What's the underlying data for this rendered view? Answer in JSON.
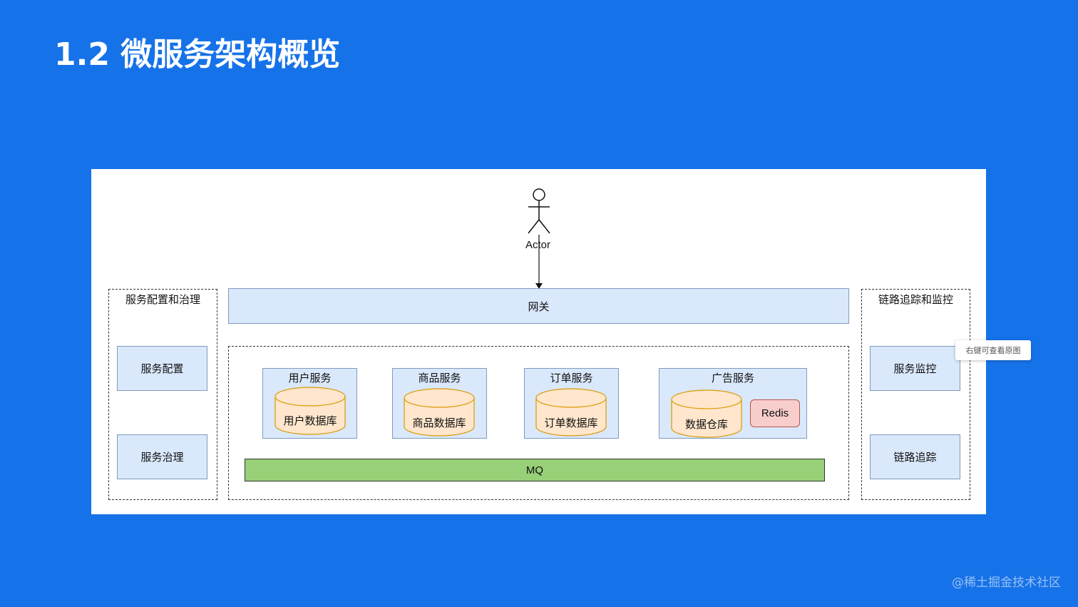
{
  "title": "1.2 微服务架构概览",
  "actor": {
    "label": "Actor"
  },
  "gateway": {
    "label": "网关"
  },
  "left_group": {
    "label": "服务配置和治理",
    "items": [
      "服务配置",
      "服务治理"
    ]
  },
  "right_group": {
    "label": "链路追踪和监控",
    "items": [
      "服务监控",
      "链路追踪"
    ]
  },
  "services": [
    {
      "label": "用户服务",
      "db": "用户数据库"
    },
    {
      "label": "商品服务",
      "db": "商品数据库"
    },
    {
      "label": "订单服务",
      "db": "订单数据库"
    },
    {
      "label": "广告服务",
      "db": "数据仓库",
      "cache": "Redis"
    }
  ],
  "mq": {
    "label": "MQ"
  },
  "tooltip": "右键可查看原图",
  "watermark": "@稀土掘金技术社区",
  "colors": {
    "background": "#1672e8",
    "box_fill": "#dae8fc",
    "db_fill": "#ffe6cc",
    "db_stroke": "#d79b00",
    "redis_fill": "#f8cecc",
    "mq_fill": "#97d077"
  }
}
